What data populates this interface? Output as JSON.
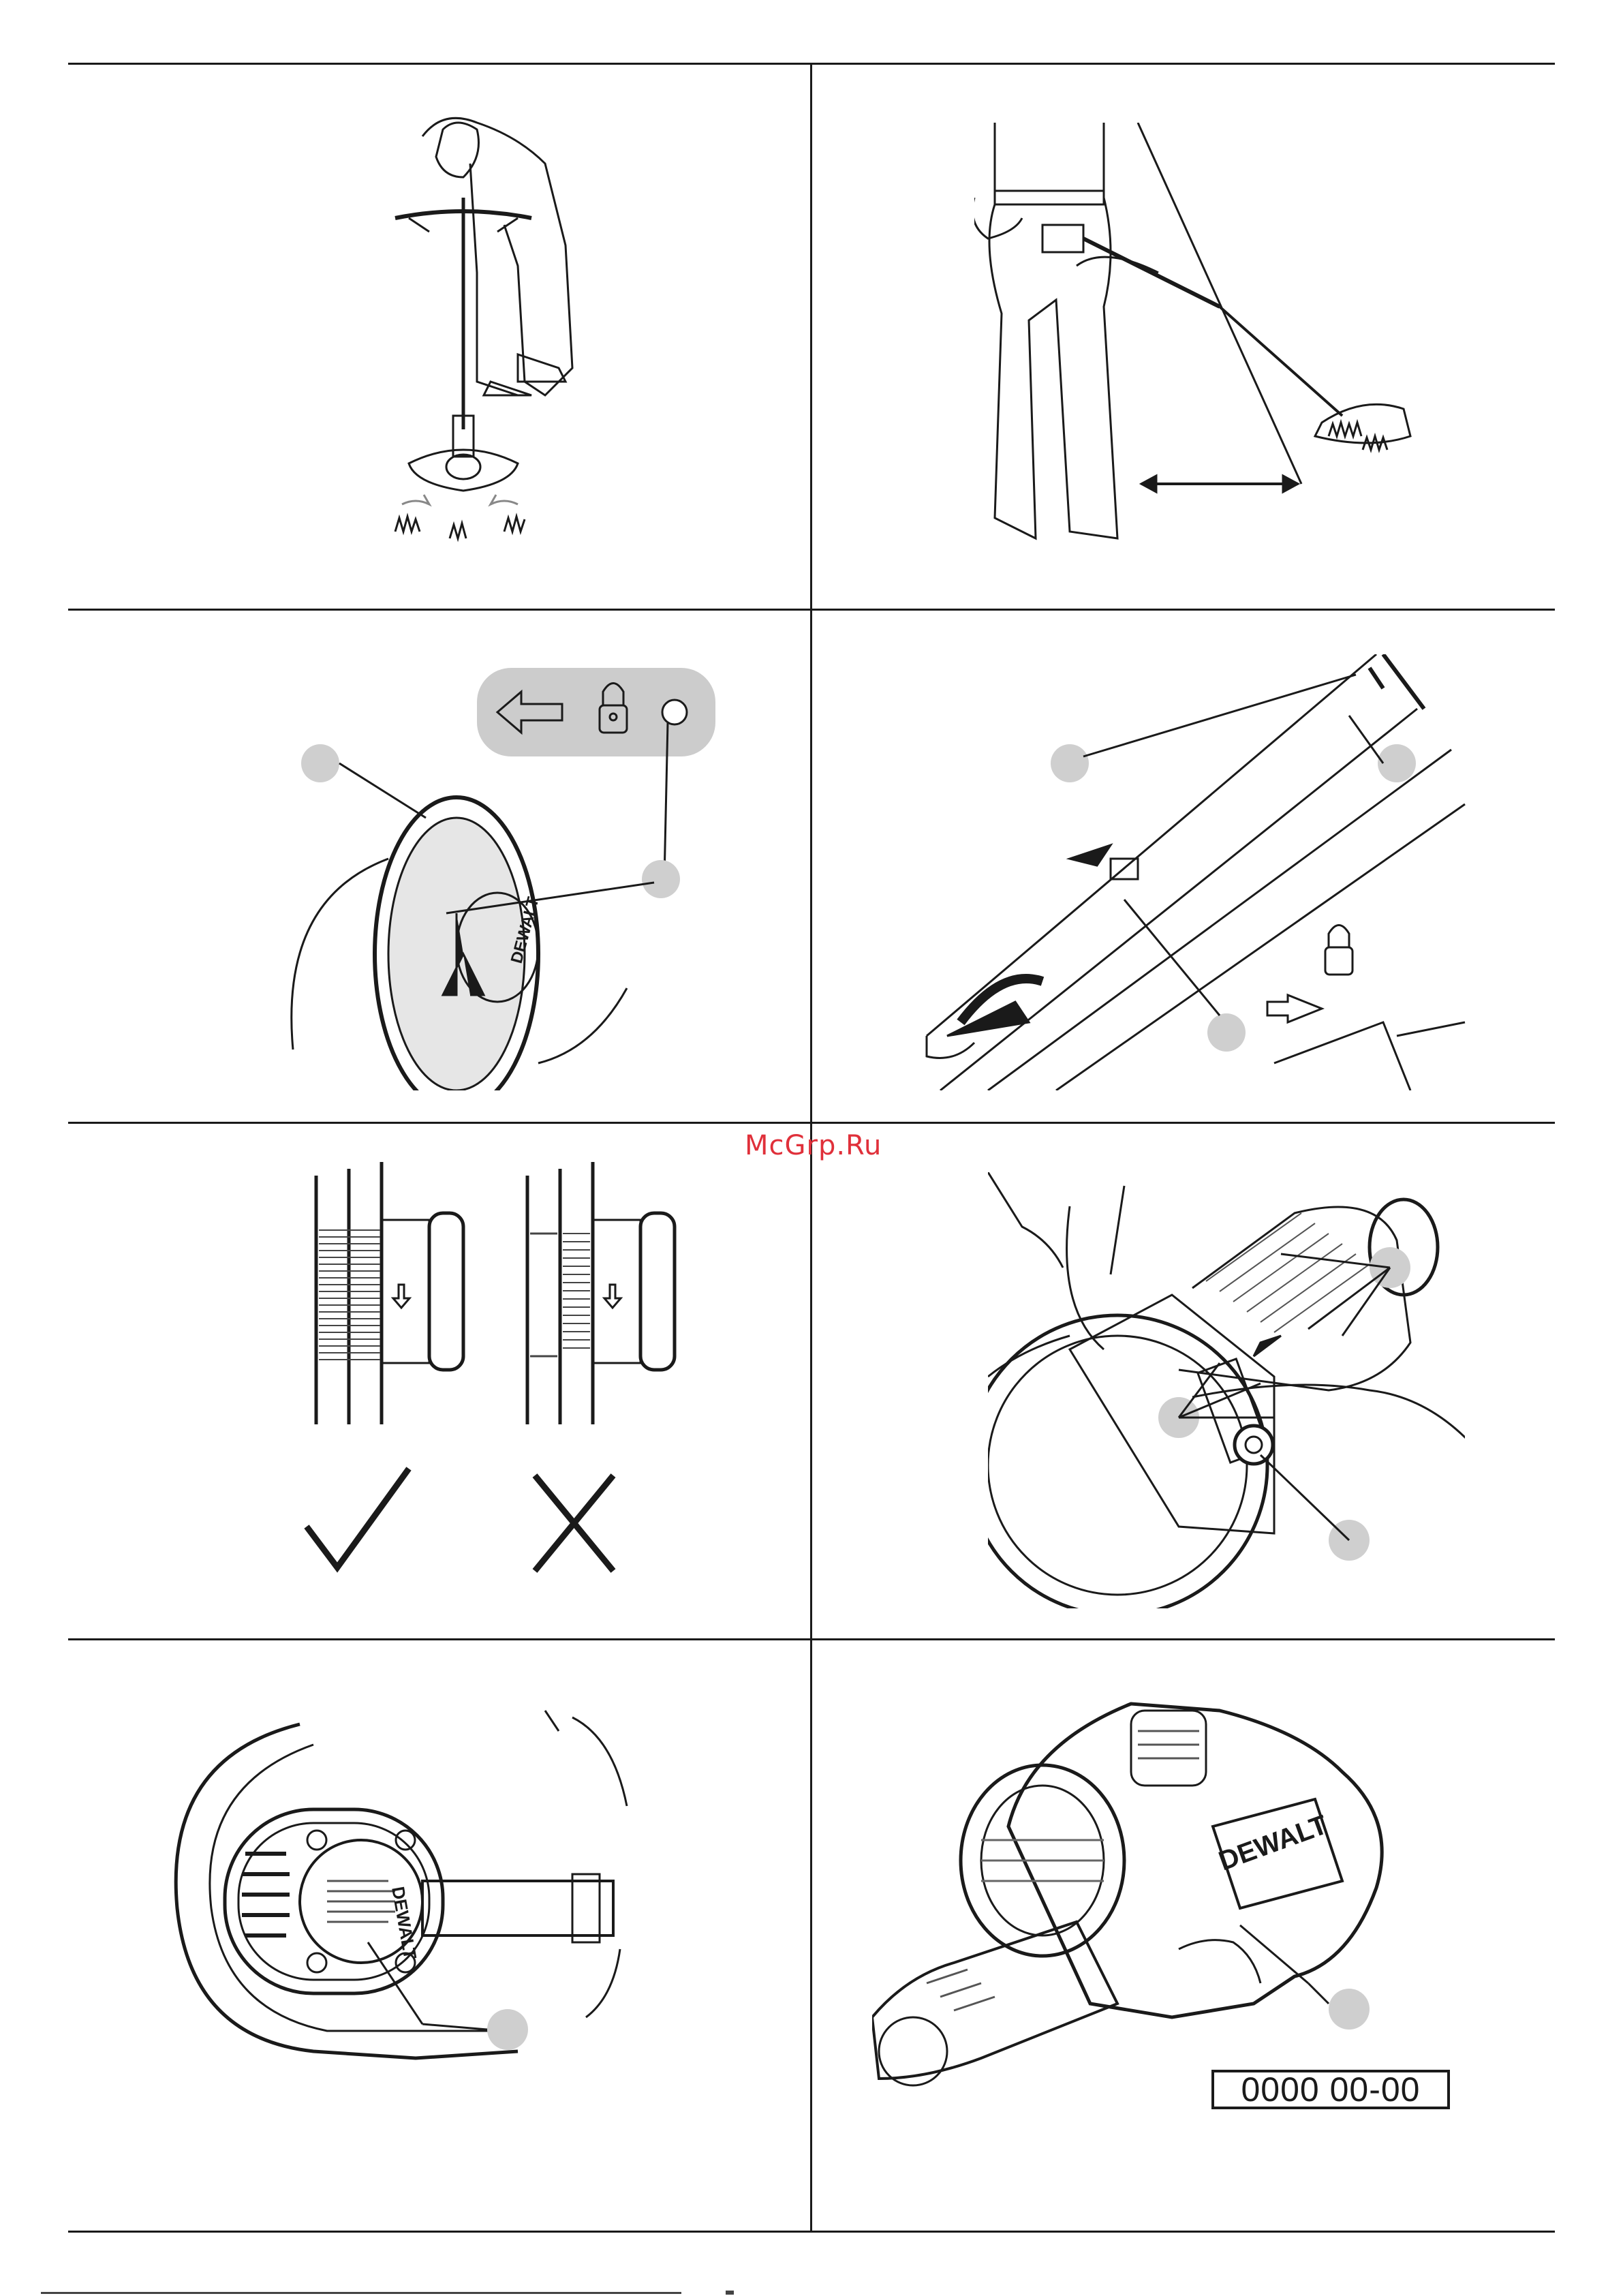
{
  "watermark": "McGrp.Ru",
  "panels": {
    "operate_sweep": {},
    "operate_distance": {},
    "spool_release": {
      "cap_label": "DEWALT"
    },
    "line_insert": {},
    "spool_wind": {
      "correct_mark": "✓",
      "wrong_mark": "✗"
    },
    "spool_threading": {},
    "head_bottom": {
      "cap_label": "DEWALT"
    },
    "date_code": {
      "brand_label": "DEWALT",
      "code": "0000  00-00"
    }
  }
}
